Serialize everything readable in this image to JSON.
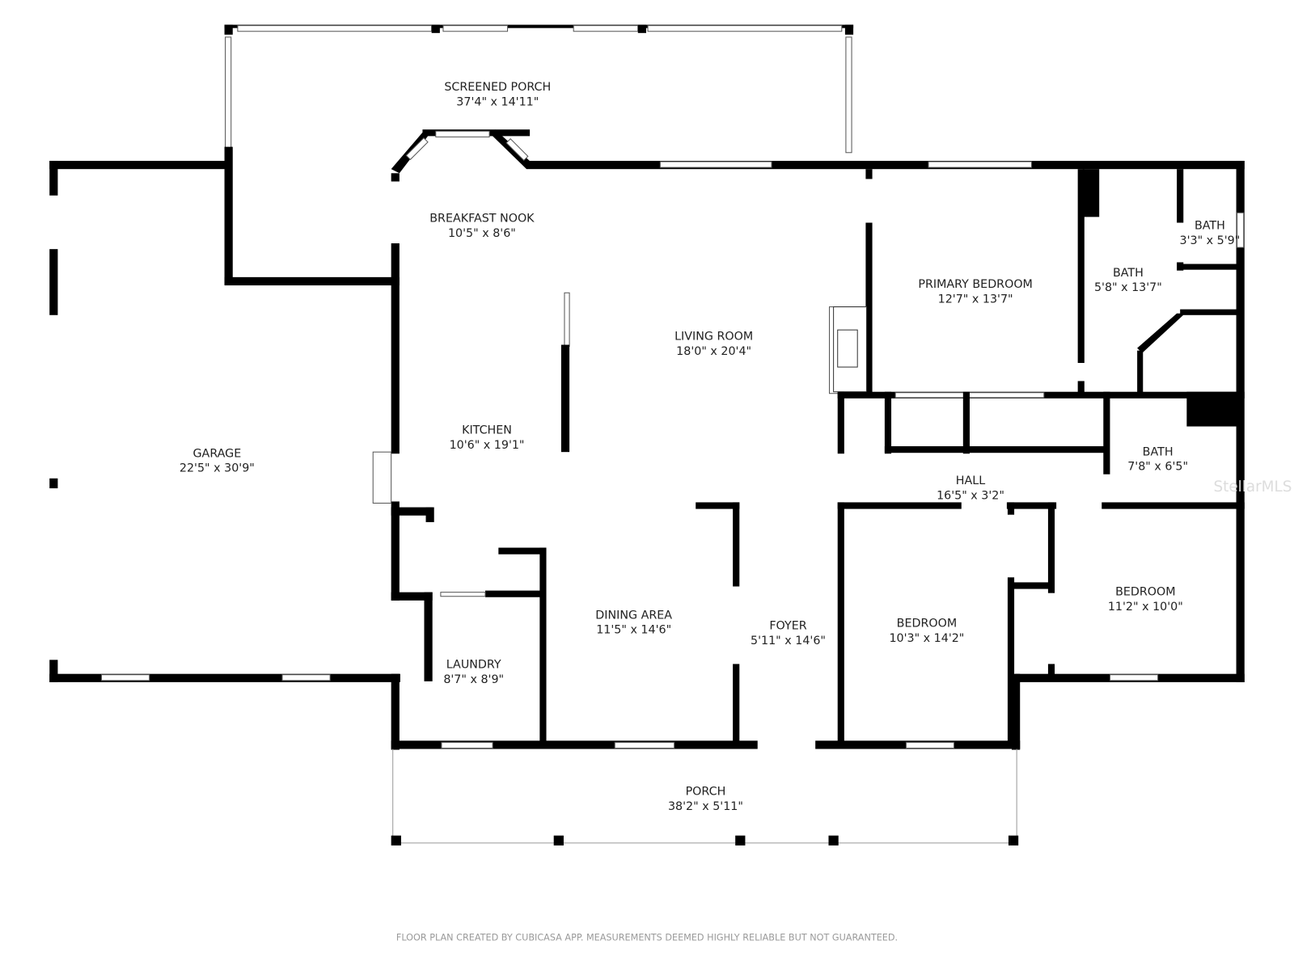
{
  "rooms": [
    {
      "name": "SCREENED PORCH",
      "size": "37'4\" x 14'11\""
    },
    {
      "name": "BREAKFAST NOOK",
      "size": "10'5\" x 8'6\""
    },
    {
      "name": "LIVING ROOM",
      "size": "18'0\" x 20'4\""
    },
    {
      "name": "PRIMARY BEDROOM",
      "size": "12'7\" x 13'7\""
    },
    {
      "name": "BATH",
      "size": "5'8\" x 13'7\""
    },
    {
      "name": "BATH",
      "size": "3'3\" x 5'9\""
    },
    {
      "name": "GARAGE",
      "size": "22'5\" x 30'9\""
    },
    {
      "name": "KITCHEN",
      "size": "10'6\" x 19'1\""
    },
    {
      "name": "HALL",
      "size": "16'5\" x 3'2\""
    },
    {
      "name": "BATH",
      "size": "7'8\" x 6'5\""
    },
    {
      "name": "DINING AREA",
      "size": "11'5\" x 14'6\""
    },
    {
      "name": "FOYER",
      "size": "5'11\" x 14'6\""
    },
    {
      "name": "BEDROOM",
      "size": "10'3\" x 14'2\""
    },
    {
      "name": "BEDROOM",
      "size": "11'2\" x 10'0\""
    },
    {
      "name": "LAUNDRY",
      "size": "8'7\" x 8'9\""
    },
    {
      "name": "PORCH",
      "size": "38'2\" x 5'11\""
    }
  ],
  "watermark": "StellarMLS",
  "footer": "FLOOR PLAN CREATED BY CUBICASA APP. MEASUREMENTS DEEMED HIGHLY RELIABLE BUT NOT GUARANTEED."
}
